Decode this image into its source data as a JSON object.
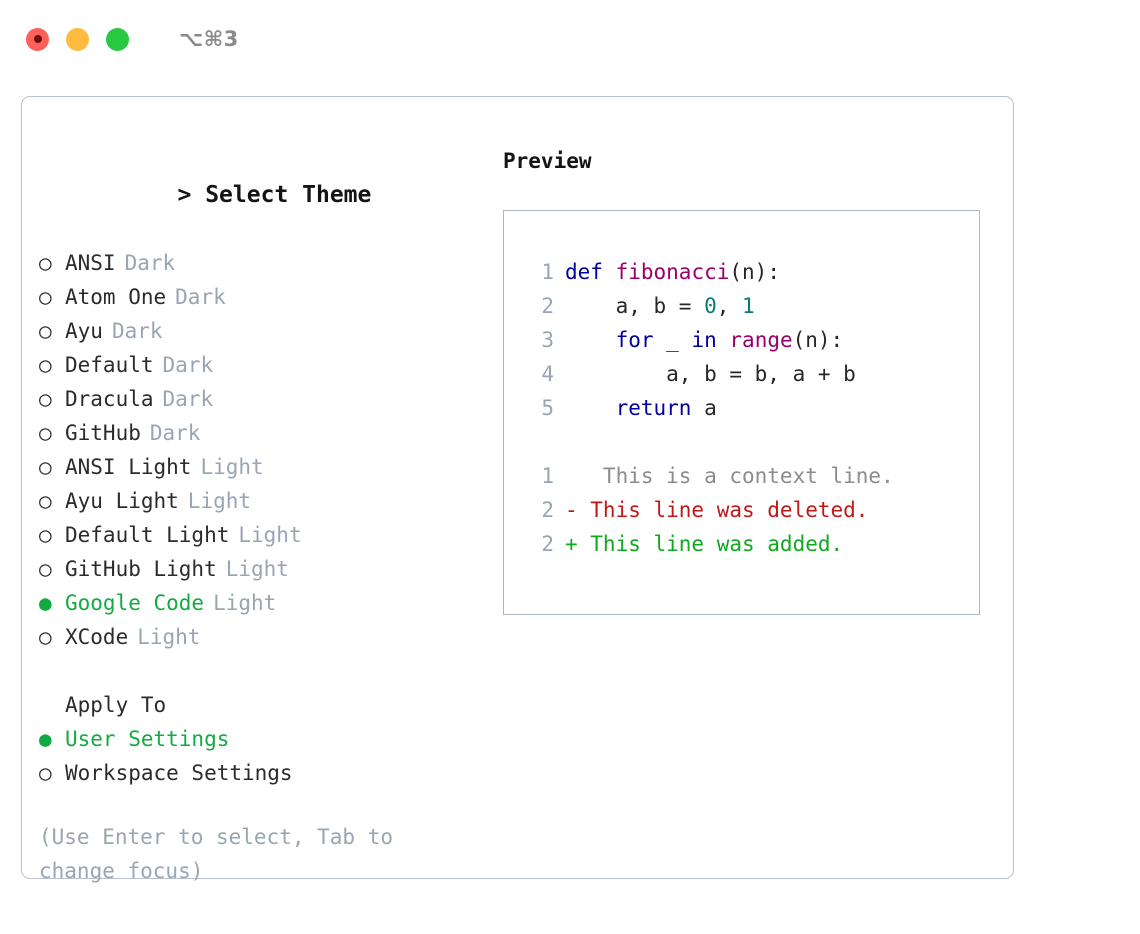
{
  "titlebar": {
    "shortcut": "⌥⌘3",
    "lights": [
      {
        "name": "close-button",
        "color": "#fc6058"
      },
      {
        "name": "minimize-button",
        "color": "#fdbc40"
      },
      {
        "name": "maximize-button",
        "color": "#28c840"
      }
    ]
  },
  "theme_picker": {
    "caret": ">",
    "title": "Select Theme",
    "marker_unselected": "○",
    "marker_selected": "●",
    "options": [
      {
        "label": "ANSI",
        "tag": "Dark",
        "selected": false
      },
      {
        "label": "Atom One",
        "tag": "Dark",
        "selected": false
      },
      {
        "label": "Ayu",
        "tag": "Dark",
        "selected": false
      },
      {
        "label": "Default",
        "tag": "Dark",
        "selected": false
      },
      {
        "label": "Dracula",
        "tag": "Dark",
        "selected": false
      },
      {
        "label": "GitHub",
        "tag": "Dark",
        "selected": false
      },
      {
        "label": "ANSI Light",
        "tag": "Light",
        "selected": false
      },
      {
        "label": "Ayu Light",
        "tag": "Light",
        "selected": false
      },
      {
        "label": "Default Light",
        "tag": "Light",
        "selected": false
      },
      {
        "label": "GitHub Light",
        "tag": "Light",
        "selected": false
      },
      {
        "label": "Google Code",
        "tag": "Light",
        "selected": true
      },
      {
        "label": "XCode",
        "tag": "Light",
        "selected": false
      }
    ]
  },
  "apply_to": {
    "title": "Apply To",
    "options": [
      {
        "label": "User Settings",
        "selected": true
      },
      {
        "label": "Workspace Settings",
        "selected": false
      }
    ]
  },
  "hint": "(Use Enter to select, Tab to change focus)",
  "preview": {
    "title": "Preview",
    "code_lines": [
      {
        "lno": "1",
        "tokens": [
          {
            "t": "def",
            "c": "kw"
          },
          {
            "t": " ",
            "c": "pl"
          },
          {
            "t": "fibonacci",
            "c": "fn"
          },
          {
            "t": "(n):",
            "c": "pl"
          }
        ]
      },
      {
        "lno": "2",
        "tokens": [
          {
            "t": "    a, b = ",
            "c": "pl"
          },
          {
            "t": "0",
            "c": "num"
          },
          {
            "t": ", ",
            "c": "pl"
          },
          {
            "t": "1",
            "c": "num"
          }
        ]
      },
      {
        "lno": "3",
        "tokens": [
          {
            "t": "    ",
            "c": "pl"
          },
          {
            "t": "for",
            "c": "kw"
          },
          {
            "t": " _ ",
            "c": "pl"
          },
          {
            "t": "in",
            "c": "kw"
          },
          {
            "t": " ",
            "c": "pl"
          },
          {
            "t": "range",
            "c": "fn"
          },
          {
            "t": "(n):",
            "c": "pl"
          }
        ]
      },
      {
        "lno": "4",
        "tokens": [
          {
            "t": "        a, b = b, a + b",
            "c": "pl"
          }
        ]
      },
      {
        "lno": "5",
        "tokens": [
          {
            "t": "    ",
            "c": "pl"
          },
          {
            "t": "return",
            "c": "kw"
          },
          {
            "t": " a",
            "c": "pl"
          }
        ]
      }
    ],
    "diff_lines": [
      {
        "lno": "1",
        "marker": " ",
        "text": "  This is a context line.",
        "kind": "ctx"
      },
      {
        "lno": "2",
        "marker": "-",
        "text": " This line was deleted.",
        "kind": "del"
      },
      {
        "lno": "2",
        "marker": "+",
        "text": " This line was added.",
        "kind": "add"
      }
    ]
  },
  "colors": {
    "accent_green": "#12ab41",
    "muted": "#9aa5b4",
    "keyword": "#00009f",
    "function": "#99006e",
    "number": "#0b7a75",
    "diff_added": "#10a81e",
    "diff_deleted": "#c01818",
    "diff_context": "#8c8c8c",
    "border": "#b9c1cc"
  }
}
